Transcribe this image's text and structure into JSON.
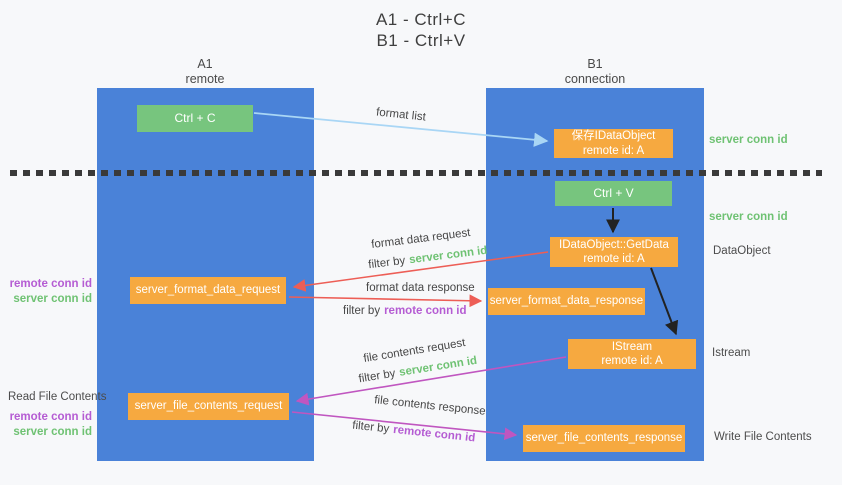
{
  "title": {
    "line1": "A1 - Ctrl+C",
    "line2": "B1 - Ctrl+V"
  },
  "lanes": {
    "left": {
      "name": "A1",
      "subtitle": "remote"
    },
    "right": {
      "name": "B1",
      "subtitle": "connection"
    }
  },
  "nodes": {
    "ctrl_c": "Ctrl + C",
    "ctrl_v": "Ctrl + V",
    "save_idataobject": {
      "line1": "保存IDataObject",
      "line2": "remote id: A"
    },
    "getdata": {
      "line1": "IDataObject::GetData",
      "line2": "remote id: A"
    },
    "istream": {
      "line1": "IStream",
      "line2": "remote id: A"
    },
    "format_request": "server_format_data_request",
    "format_response": "server_format_data_response",
    "file_request": "server_file_contents_request",
    "file_response": "server_file_contents_response"
  },
  "edges": {
    "format_list": "format list",
    "format_data_request": "format data request",
    "format_data_response": "format data response",
    "file_contents_request": "file contents request",
    "file_contents_response": "file contents response",
    "filter_by": "filter by",
    "server_conn_id": "server conn id",
    "remote_conn_id": "remote conn id"
  },
  "annotations": {
    "server_conn_id_top": "server conn id",
    "server_conn_id_mid": "server conn id",
    "dataobject": "DataObject",
    "istream": "Istream",
    "write_file_contents": "Write File Contents",
    "read_file_contents": "Read File Contents",
    "remote_conn_id": "remote conn id",
    "server_conn_id": "server conn id"
  },
  "colors": {
    "lane_blue": "#4a82d8",
    "box_green": "#77c57e",
    "box_orange": "#f6a940",
    "arrow_red": "#ed5e56",
    "arrow_magenta": "#c056c0",
    "arrow_lightblue": "#a9d6f5",
    "arrow_black": "#222222",
    "text_green": "#6fc273",
    "text_purple": "#b55cd3",
    "dash_color": "#3a3a3a",
    "background": "#f7f8fa"
  }
}
